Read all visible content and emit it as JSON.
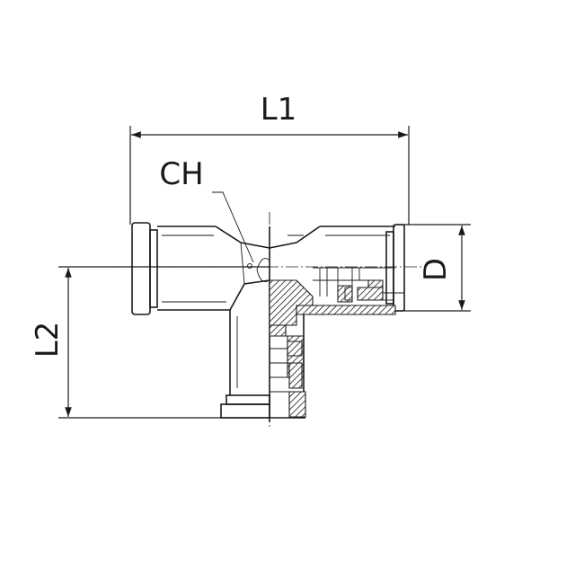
{
  "dimensions": {
    "l1": "L1",
    "l2": "L2",
    "d": "D",
    "ch": "CH"
  }
}
